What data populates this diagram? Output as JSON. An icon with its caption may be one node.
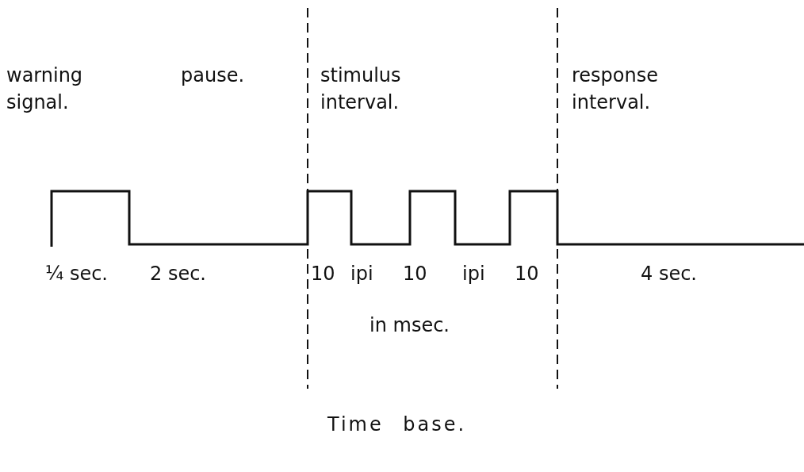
{
  "diagram": {
    "caption": "Time base.",
    "labels": [
      "warning signal.",
      "pause.",
      "stimulus interval.",
      "response interval.",
      "¼ sec.",
      "2 sec.",
      "10",
      "ipi",
      "10",
      "ipi",
      "10",
      "4 sec.",
      "in msec."
    ]
  }
}
